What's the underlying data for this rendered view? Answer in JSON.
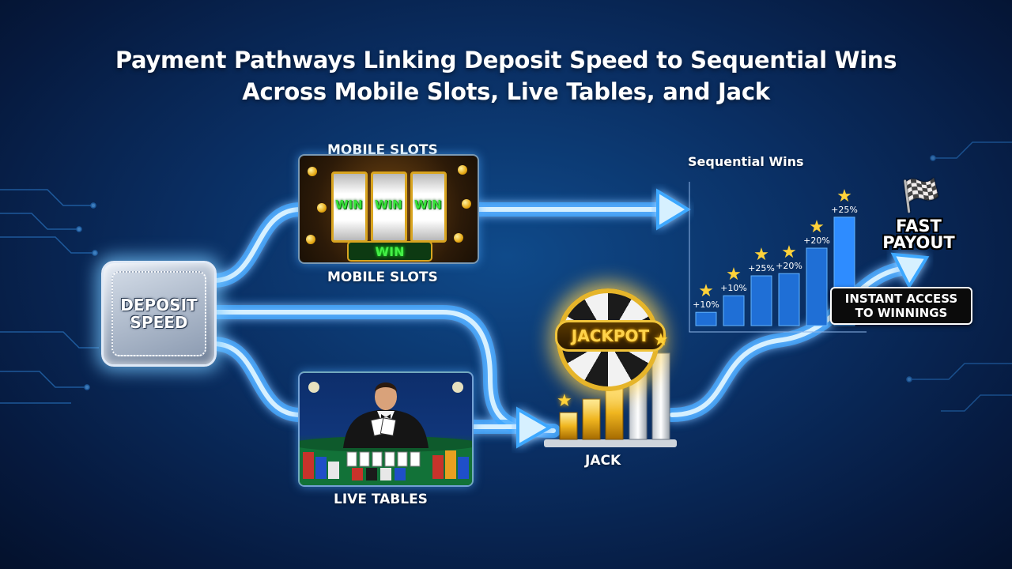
{
  "title": {
    "line1": "Payment Pathways Linking Deposit Speed to Sequential Wins",
    "line2": "Across Mobile Slots, Live Tables, and Jack"
  },
  "deposit": {
    "line1": "DEPOSIT",
    "line2": "SPEED"
  },
  "mobile_slots": {
    "label_top": "MOBILE SLOTS",
    "label_bottom": "MOBILE SLOTS",
    "reels": [
      "WIN",
      "WIN",
      "WIN"
    ],
    "banner": "WIN"
  },
  "live_tables": {
    "label": "LIVE TABLES"
  },
  "jack": {
    "wheel_label": "JACKPOT",
    "label": "JACK"
  },
  "sequential_wins": {
    "heading": "Sequential Wins",
    "bars": [
      {
        "label": "+10%",
        "level": 0.12
      },
      {
        "label": "+10%",
        "level": 0.27
      },
      {
        "label": "+25%",
        "level": 0.45
      },
      {
        "label": "+20%",
        "level": 0.47
      },
      {
        "label": "+20%",
        "level": 0.7
      },
      {
        "label": "+25%",
        "level": 0.98
      }
    ]
  },
  "fast_payout": {
    "line1": "FAST",
    "line2": "PAYOUT"
  },
  "instant_access": {
    "line1": "INSTANT ACCESS",
    "line2": "TO WINNINGS"
  },
  "colors": {
    "path_glow": "#3ea8ff",
    "path_core": "#d6f0ff",
    "bar_blue": "#1f6fd6",
    "gold": "#f0c33a"
  }
}
